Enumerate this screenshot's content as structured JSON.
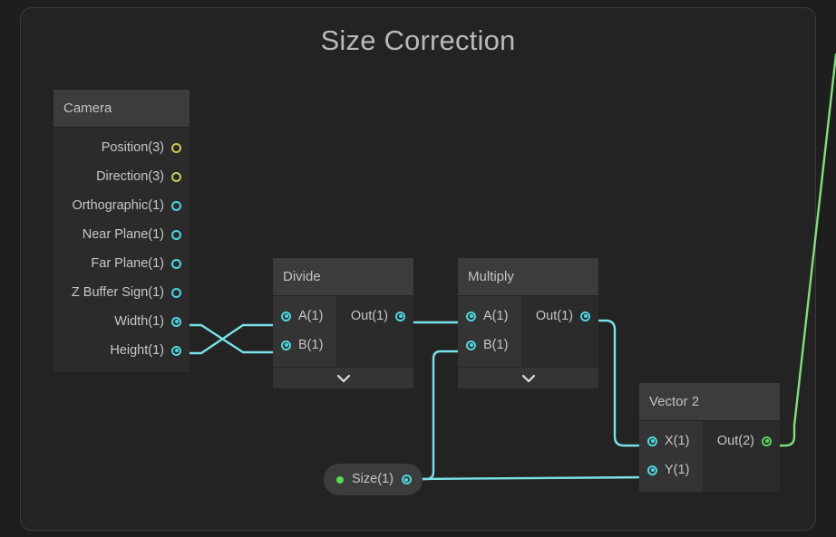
{
  "graph": {
    "title": "Size Correction",
    "colors": {
      "page_background": "#1e1e1e",
      "canvas_background": "#232323",
      "node_header": "#3c3c3c",
      "node_body": "#2b2b2b",
      "wire_cyan": "#79e2e8",
      "wire_green": "#7ee07a",
      "port_cyan": "#4fd6e0",
      "port_yellow": "#c8c95a",
      "port_green": "#5fd35f",
      "pill_dot_green": "#5cdb4f"
    }
  },
  "nodes": {
    "camera": {
      "title": "Camera",
      "outputs": [
        {
          "label": "Position(3)",
          "type": "vector3",
          "connected": false
        },
        {
          "label": "Direction(3)",
          "type": "vector3",
          "connected": false
        },
        {
          "label": "Orthographic(1)",
          "type": "float",
          "connected": false
        },
        {
          "label": "Near Plane(1)",
          "type": "float",
          "connected": false
        },
        {
          "label": "Far Plane(1)",
          "type": "float",
          "connected": false
        },
        {
          "label": "Z Buffer Sign(1)",
          "type": "float",
          "connected": false
        },
        {
          "label": "Width(1)",
          "type": "float",
          "connected": true
        },
        {
          "label": "Height(1)",
          "type": "float",
          "connected": true
        }
      ]
    },
    "divide": {
      "title": "Divide",
      "inputs": [
        {
          "label": "A(1)",
          "type": "float",
          "connected": true
        },
        {
          "label": "B(1)",
          "type": "float",
          "connected": true
        }
      ],
      "outputs": [
        {
          "label": "Out(1)",
          "type": "float",
          "connected": true
        }
      ],
      "expander": "chevron-down"
    },
    "multiply": {
      "title": "Multiply",
      "inputs": [
        {
          "label": "A(1)",
          "type": "float",
          "connected": true
        },
        {
          "label": "B(1)",
          "type": "float",
          "connected": true
        }
      ],
      "outputs": [
        {
          "label": "Out(1)",
          "type": "float",
          "connected": true
        }
      ],
      "expander": "chevron-down"
    },
    "vector2": {
      "title": "Vector 2",
      "inputs": [
        {
          "label": "X(1)",
          "type": "float",
          "connected": true
        },
        {
          "label": "Y(1)",
          "type": "float",
          "connected": true
        }
      ],
      "outputs": [
        {
          "label": "Out(2)",
          "type": "vector2",
          "connected": true
        }
      ]
    },
    "size_property": {
      "label": "Size(1)",
      "type": "float",
      "connected": true
    }
  },
  "connections": [
    {
      "from": "camera.Width(1)",
      "to": "divide.B(1)"
    },
    {
      "from": "camera.Height(1)",
      "to": "divide.A(1)"
    },
    {
      "from": "divide.Out(1)",
      "to": "multiply.A(1)"
    },
    {
      "from": "size_property",
      "to": "multiply.B(1)"
    },
    {
      "from": "size_property",
      "to": "vector2.Y(1)"
    },
    {
      "from": "multiply.Out(1)",
      "to": "vector2.X(1)"
    },
    {
      "from": "vector2.Out(2)",
      "to": "offscreen"
    }
  ]
}
